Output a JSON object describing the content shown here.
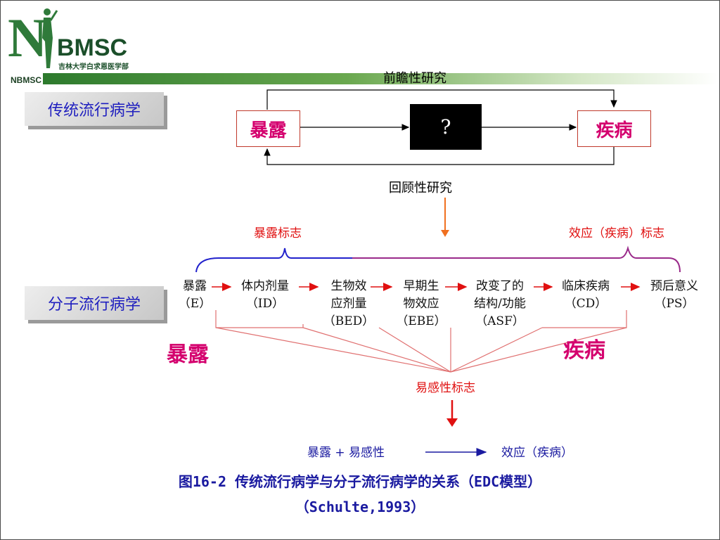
{
  "logo": {
    "letter": "N",
    "brand": "BMSC",
    "subtitle": "吉林大学白求恩医学部",
    "small": "NBMSC"
  },
  "traditional": {
    "label": "传统流行病学",
    "exposure": "暴露",
    "unknown": "?",
    "disease": "疾病",
    "prospective": "前瞻性研究",
    "retrospective": "回顾性研究"
  },
  "molecular": {
    "label": "分子流行病学",
    "exposure_markers": "暴露标志",
    "effect_markers": "效应（疾病）标志",
    "susceptibility_markers": "易感性标志",
    "stages": [
      {
        "line1": "暴露",
        "line2": "（E）"
      },
      {
        "line1": "体内剂量",
        "line2": "（ID）"
      },
      {
        "line1": "生物效",
        "line2": "应剂量",
        "line3": "（BED）"
      },
      {
        "line1": "早期生",
        "line2": "物效应",
        "line3": "（EBE）"
      },
      {
        "line1": "改变了的",
        "line2": "结构/功能",
        "line3": "（ASF）"
      },
      {
        "line1": "临床疾病",
        "line2": "（CD）"
      },
      {
        "line1": "预后意义",
        "line2": "（PS）"
      }
    ],
    "big_exposure": "暴露",
    "big_disease": "疾病",
    "formula_left": "暴露 + 易感性",
    "formula_right": "效应（疾病）"
  },
  "caption": {
    "line1": "图16-2 传统流行病学与分子流行病学的关系（EDC模型）",
    "line2": "（Schulte,1993）"
  },
  "colors": {
    "accent_pink": "#d4006e",
    "red": "#e01010",
    "blue": "#1f1fbf",
    "logo_green": "#2f7a3a"
  }
}
